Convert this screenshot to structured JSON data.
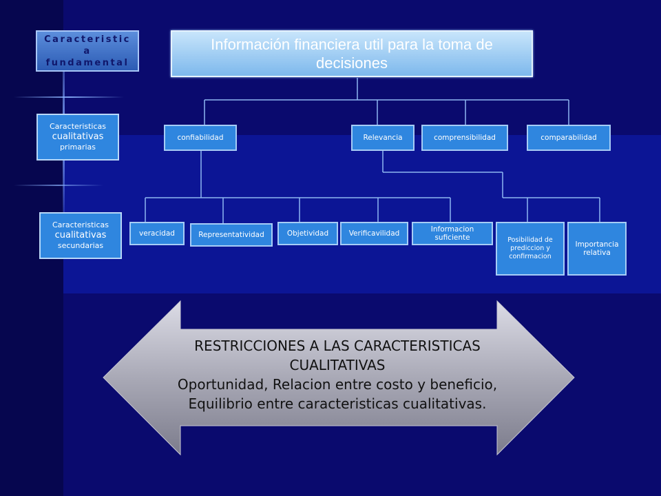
{
  "sidebar": {
    "title": "Caracteristic a fundamental",
    "primary": {
      "line1": "Caracteristicas",
      "line2": "cualitativas",
      "line3": "primarias"
    },
    "secondary": {
      "line1": "Caracteristicas",
      "line2": "cualitativas",
      "line3": "secundarias"
    }
  },
  "diagram": {
    "root": "Información financiera util para la toma de decisiones",
    "primary": [
      "confiabilidad",
      "Relevancia",
      "comprensibilidad",
      "comparabilidad"
    ],
    "secondary_confiabilidad": [
      "veracidad",
      "Representatividad",
      "Objetividad",
      "Verificavilidad",
      "Informacion suficiente"
    ],
    "secondary_relevancia": [
      "Posibilidad de prediccion y confirmacion",
      "Importancia relativa"
    ]
  },
  "restrictions": {
    "line1": "RESTRICCIONES A LAS CARACTERISTICAS",
    "line2": "CUALITATIVAS",
    "line3": "Oportunidad, Relacion entre costo y beneficio,",
    "line4": "Equilibrio entre caracteristicas cualitativas."
  },
  "colors": {
    "background": "#0a0a6e",
    "node_fill": "#2f86df",
    "node_border": "#a7cdf6",
    "connector": "#8fb8f2",
    "arrow_fill": "#a8a8b4"
  }
}
